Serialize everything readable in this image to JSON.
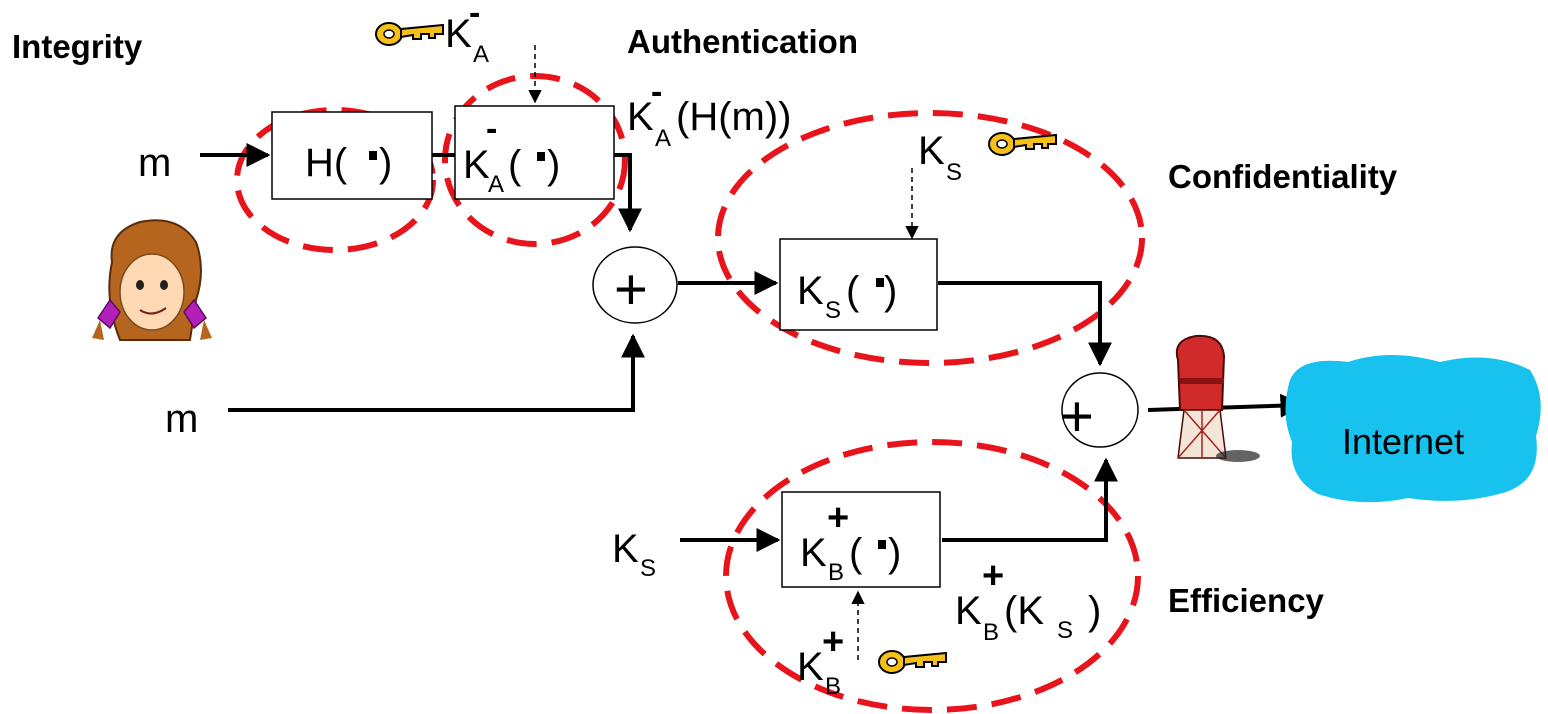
{
  "labels": {
    "integrity": "Integrity",
    "authentication": "Authentication",
    "confidentiality": "Confidentiality",
    "efficiency": "Efficiency",
    "internet": "Internet"
  },
  "symbols": {
    "m": "m",
    "K": "K",
    "H": "H(",
    "open_paren": "(",
    "close_paren": ")",
    "H_of_m": "(H(m))",
    "K_S_arg": "(K",
    "sub_A": "A",
    "sub_S": "S",
    "sub_B": "B",
    "minus": "-",
    "plus": "+",
    "combine": "+"
  },
  "icons": [
    "key-icon",
    "alice-icon",
    "mailbox-icon"
  ],
  "colors": {
    "ellipse": "#e8141c",
    "internet_cloud": "#17c2ee",
    "key_fill": "#f6c019",
    "alice_dress": "#b31fb8",
    "mailbox": "#d12a2a"
  }
}
